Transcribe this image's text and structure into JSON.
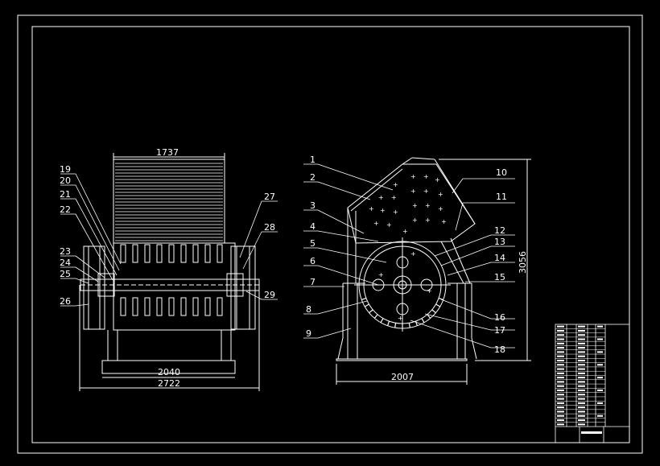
{
  "colors": {
    "background": "#000000",
    "line": "#ffffff",
    "watermark": "#cc2222"
  },
  "front_view": {
    "dimensions": {
      "top_width": "1737",
      "base_width": "2040",
      "overall_width": "2722"
    },
    "callouts": [
      "19",
      "20",
      "21",
      "22",
      "23",
      "24",
      "25",
      "26",
      "27",
      "28",
      "29"
    ]
  },
  "side_view": {
    "dimensions": {
      "base_width": "2007",
      "height": "3056"
    },
    "callouts": [
      "1",
      "2",
      "3",
      "4",
      "5",
      "6",
      "7",
      "8",
      "9",
      "10",
      "11",
      "12",
      "13",
      "14",
      "15",
      "16",
      "17",
      "18"
    ]
  },
  "title_block": {
    "rows": 24
  }
}
